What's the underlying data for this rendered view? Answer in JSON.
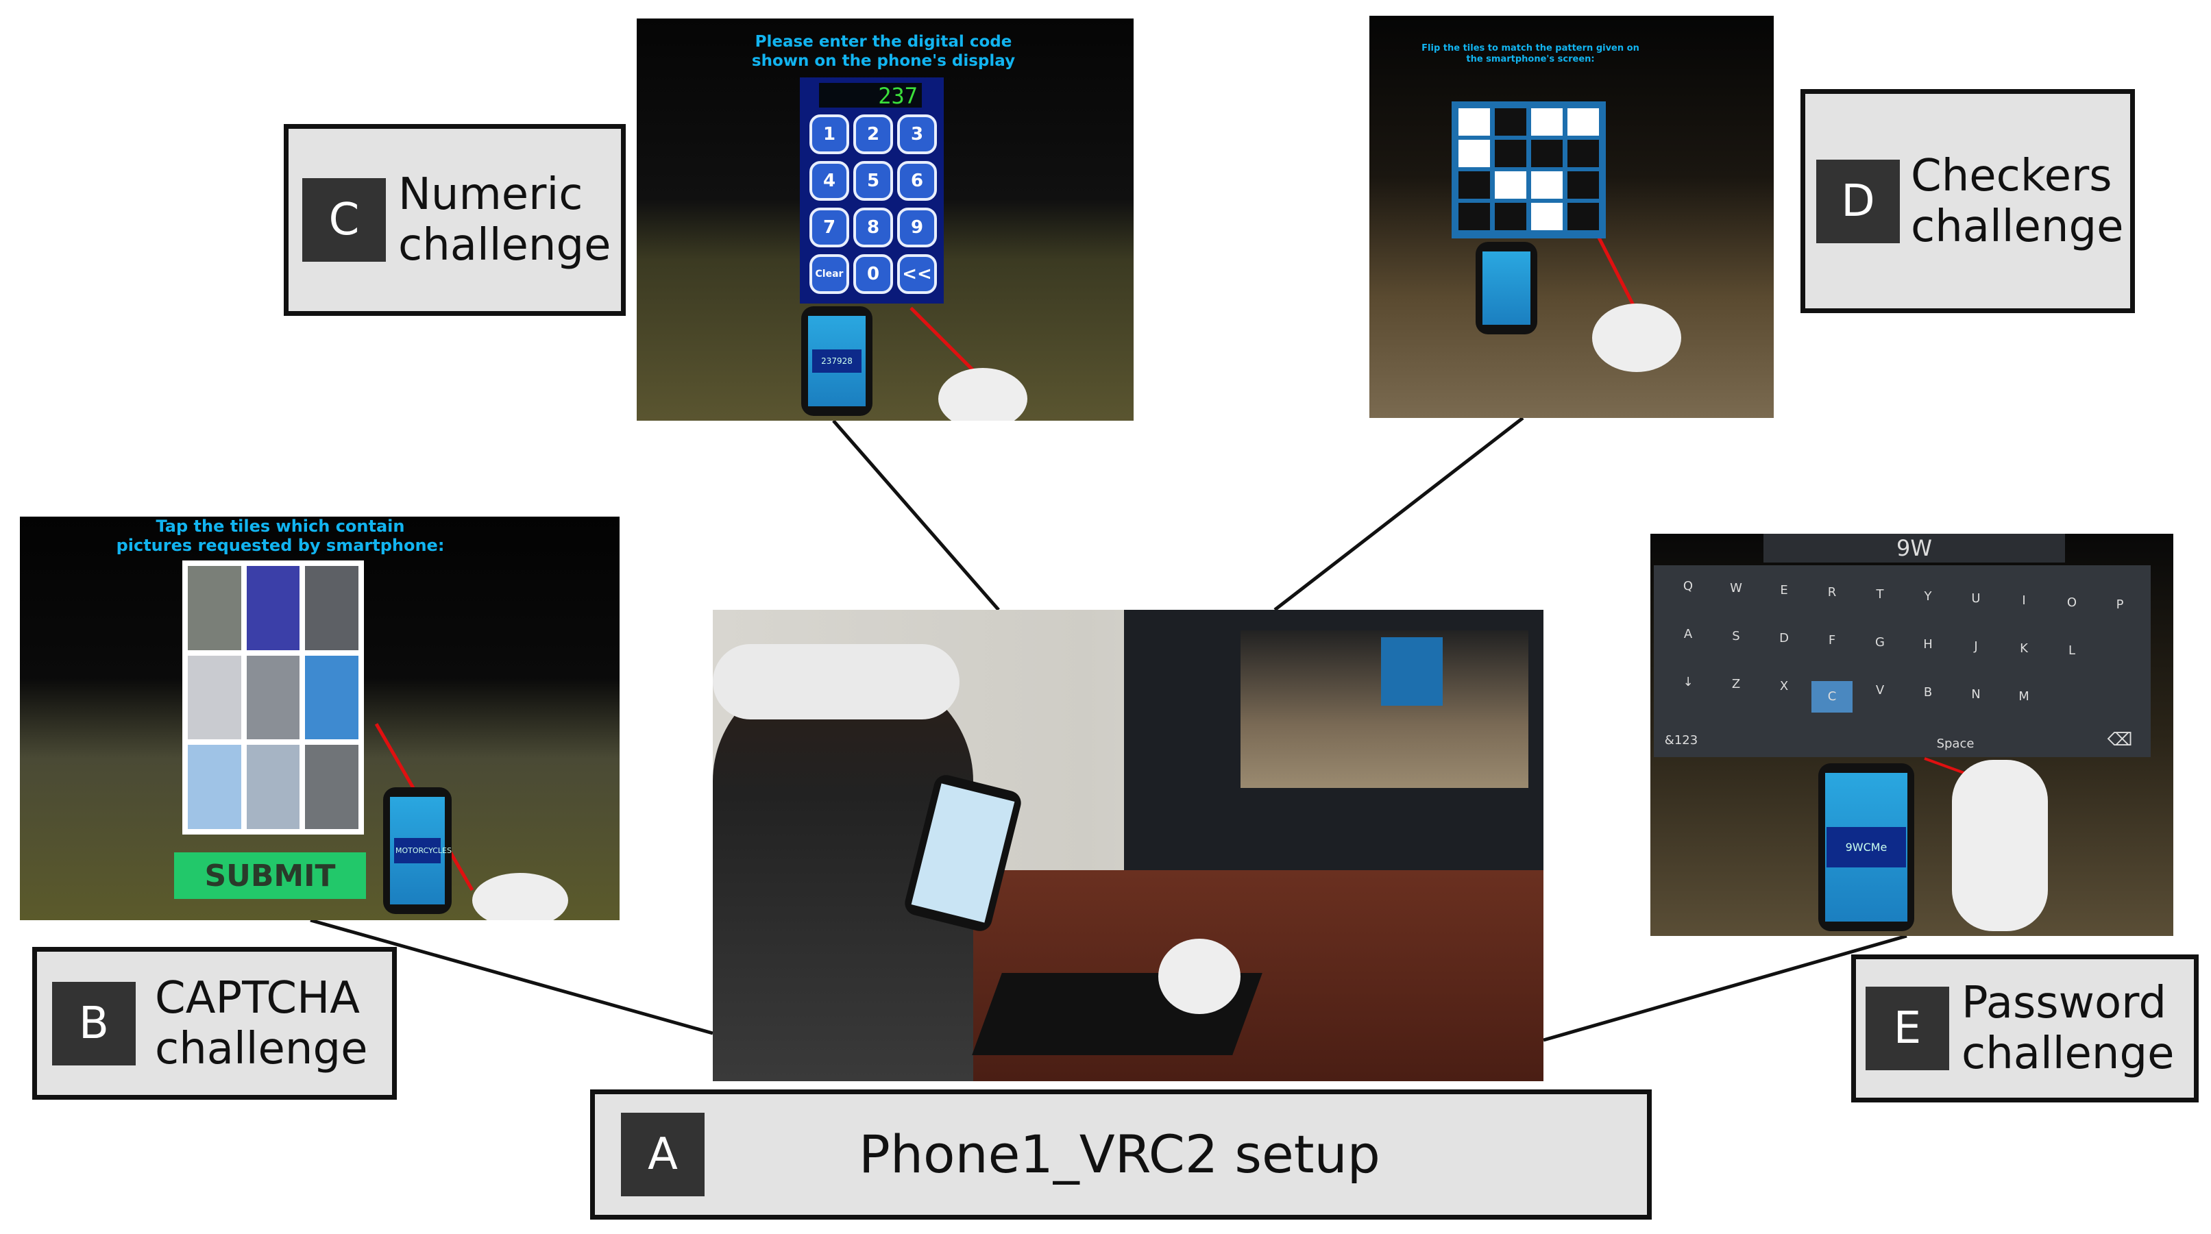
{
  "labels": {
    "A": {
      "letter": "A",
      "text": "Phone1_VRC2 setup"
    },
    "B": {
      "letter": "B",
      "line1": "CAPTCHA",
      "line2": "challenge"
    },
    "C": {
      "letter": "C",
      "line1": "Numeric",
      "line2": "challenge"
    },
    "D": {
      "letter": "D",
      "line1": "Checkers",
      "line2": "challenge"
    },
    "E": {
      "letter": "E",
      "line1": "Password",
      "line2": "challenge"
    }
  },
  "numeric_panel": {
    "instruction_line1": "Please enter the digital code",
    "instruction_line2": "shown on the phone's display",
    "display": "237",
    "keys": [
      "1",
      "2",
      "3",
      "4",
      "5",
      "6",
      "7",
      "8",
      "9",
      "Clear",
      "0",
      "<<"
    ],
    "phone_code": "237928"
  },
  "captcha_panel": {
    "instruction_line1": "Tap the tiles which contain",
    "instruction_line2": "pictures requested by smartphone:",
    "submit_label": "SUBMIT",
    "phone_text": "MOTORCYCLES"
  },
  "checkers_panel": {
    "instruction": "Flip the tiles to match the pattern given on the smartphone's screen:",
    "pattern": [
      [
        1,
        0,
        1,
        1
      ],
      [
        1,
        0,
        0,
        0
      ],
      [
        0,
        1,
        1,
        0
      ],
      [
        0,
        0,
        1,
        0
      ]
    ]
  },
  "password_panel": {
    "typed": "9W",
    "rows": [
      [
        "Q",
        "W",
        "E",
        "R",
        "T",
        "Y",
        "U",
        "I",
        "O",
        "P"
      ],
      [
        "A",
        "S",
        "D",
        "F",
        "G",
        "H",
        "J",
        "K",
        "L"
      ],
      [
        "↓",
        "Z",
        "X",
        "C",
        "V",
        "B",
        "N",
        "M"
      ]
    ],
    "symbols_key": "&123",
    "space_key": "Space",
    "highlighted_key": "C",
    "phone_code": "9WCMe"
  },
  "colors": {
    "label_bg": "#e3e3e3",
    "letter_bg": "#333333",
    "vr_text": "#12b4f0",
    "laser": "#e01010"
  }
}
